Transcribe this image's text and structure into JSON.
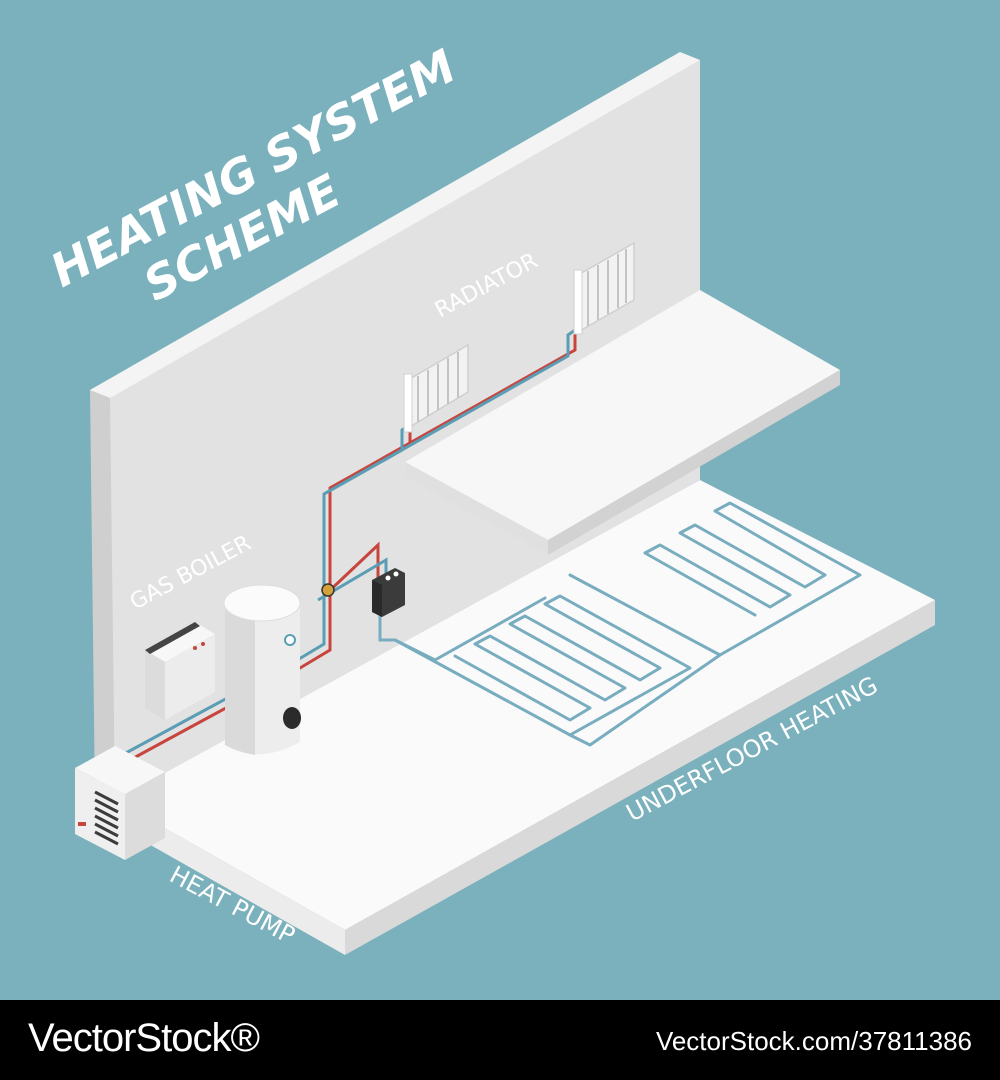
{
  "title_line1": "HEATING SYSTEM",
  "title_line2": "SCHEME",
  "labels": {
    "radiator": "RADIATOR",
    "gas_boiler": "GAS BOILER",
    "underfloor_heating": "UNDERFLOOR HEATING",
    "heat_pump": "HEAT PUMP"
  },
  "footer": {
    "brand": "VectorStock®",
    "stock_id": "VectorStock.com/37811386"
  },
  "colors": {
    "background": "#7ab1bc",
    "hot_pipe": "#c8453e",
    "cold_pipe": "#5a9db4",
    "wall": "#e4e4e4",
    "floor": "#fafafa"
  }
}
